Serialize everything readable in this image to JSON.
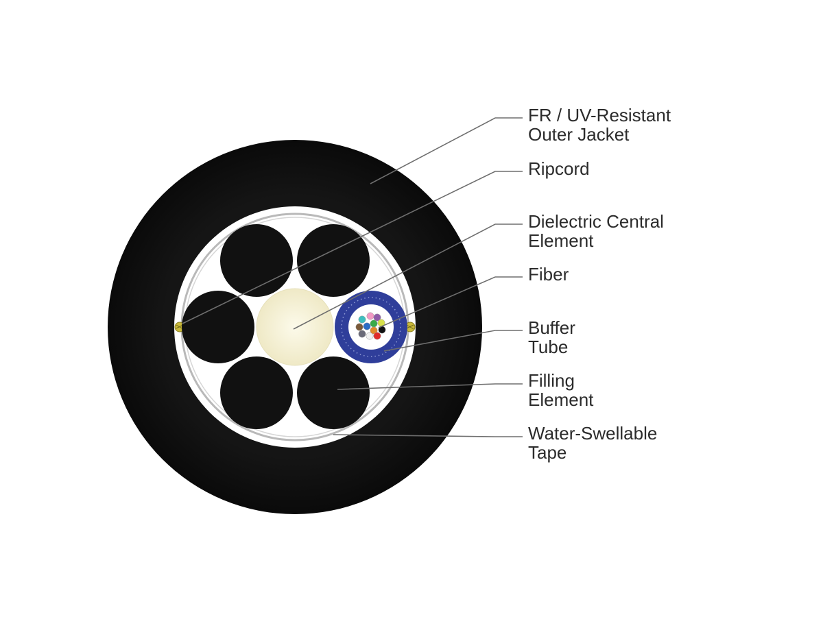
{
  "colors": {
    "jacket": "#111111",
    "filling_element": "#111111",
    "central_element": "#f8f4d6",
    "buffer_tube": "#2f3e9a",
    "water_swellable_tape": "#b9b9b9",
    "ripcord": "#c9b93a",
    "leader_line": "#6e6e6e",
    "label_text": "#2b2b2b"
  },
  "fibers": [
    {
      "color": "#3fbfbf"
    },
    {
      "color": "#f29ac4"
    },
    {
      "color": "#8e5aa8"
    },
    {
      "color": "#7a5a3a"
    },
    {
      "color": "#2b6cc4"
    },
    {
      "color": "#3aaa4a"
    },
    {
      "color": "#d7e04a"
    },
    {
      "color": "#6a6a78"
    },
    {
      "color": "#f0f0f0"
    },
    {
      "color": "#e08a2a"
    },
    {
      "color": "#e02a2a"
    },
    {
      "color": "#111111"
    }
  ],
  "callouts": [
    {
      "id": "outer-jacket",
      "lines": [
        "FR / UV-Resistant",
        "Outer Jacket"
      ]
    },
    {
      "id": "ripcord",
      "lines": [
        "Ripcord"
      ]
    },
    {
      "id": "central-element",
      "lines": [
        "Dielectric Central",
        "Element"
      ]
    },
    {
      "id": "fiber",
      "lines": [
        "Fiber"
      ]
    },
    {
      "id": "buffer-tube",
      "lines": [
        "Buffer",
        "Tube"
      ]
    },
    {
      "id": "filling-element",
      "lines": [
        "Filling",
        "Element"
      ]
    },
    {
      "id": "water-swellable-tape",
      "lines": [
        "Water-Swellable",
        "Tape"
      ]
    }
  ]
}
